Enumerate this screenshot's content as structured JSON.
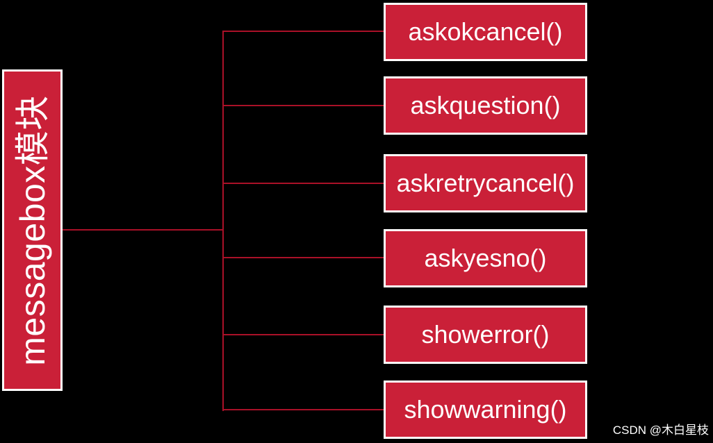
{
  "diagram": {
    "root_label": "messagebox模块",
    "children": [
      {
        "label": "askokcancel()"
      },
      {
        "label": "askquestion()"
      },
      {
        "label": "askretrycancel()"
      },
      {
        "label": "askyesno()"
      },
      {
        "label": "showerror()"
      },
      {
        "label": "showwarning()"
      }
    ]
  },
  "colors": {
    "background": "#000000",
    "node_fill": "#CA2038",
    "node_border": "#FFFFFF",
    "connector": "#AA1128",
    "text": "#FFFFFF"
  },
  "watermark": {
    "text": "CSDN @木白星枝"
  }
}
